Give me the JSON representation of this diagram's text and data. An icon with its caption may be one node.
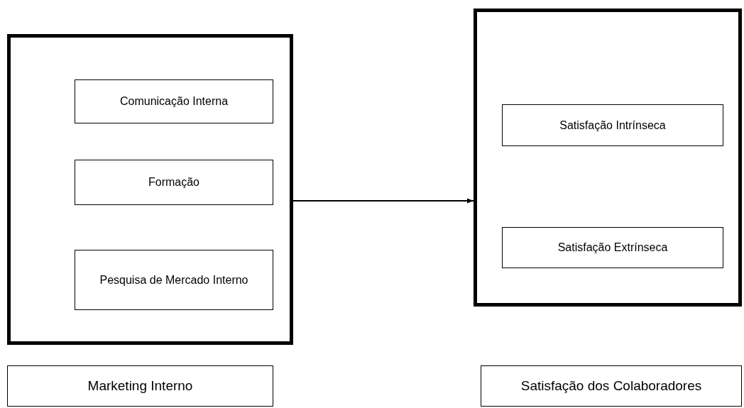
{
  "diagram": {
    "nodes": [
      {
        "text": [],
        "shape": "box"
      },
      {
        "text": [
          "Comunicação Interna"
        ],
        "in": 0
      },
      {
        "text": [
          "Formação"
        ],
        "in": 0
      },
      {
        "text": [
          "Pesquisa de Mercado Interno"
        ],
        "in": 0
      },
      {
        "text": [],
        "shape": "box"
      },
      {
        "text": [
          "Satisfação Intrínseca"
        ],
        "in": 4
      },
      {
        "text": [
          "Satisfação Extrínseca"
        ],
        "in": 4
      },
      {
        "text": [
          "Marketing Interno"
        ]
      },
      {
        "text": [
          "Satisfação dos Colaboradores"
        ]
      }
    ],
    "edges": [
      {
        "from": 0,
        "to": 4,
        "arrow": "to"
      }
    ]
  }
}
